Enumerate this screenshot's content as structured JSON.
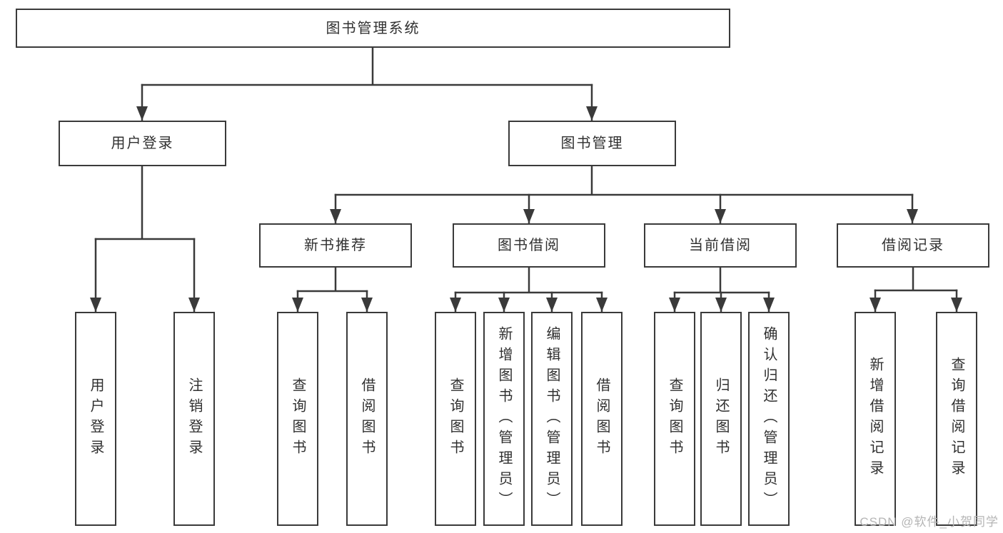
{
  "diagram": {
    "title_node": {
      "label": "图书管理系统"
    },
    "level2": [
      {
        "label": "用户登录"
      },
      {
        "label": "图书管理"
      }
    ],
    "level3": [
      {
        "label": "新书推荐"
      },
      {
        "label": "图书借阅"
      },
      {
        "label": "当前借阅"
      },
      {
        "label": "借阅记录"
      }
    ],
    "leaves": {
      "user_login": [
        {
          "label": "用户登录"
        },
        {
          "label": "注销登录"
        }
      ],
      "new_book": [
        {
          "label": "查询图书"
        },
        {
          "label": "借阅图书"
        }
      ],
      "borrowing": [
        {
          "label": "查询图书"
        },
        {
          "label": "新增图书（管理员）"
        },
        {
          "label": "编辑图书（管理员）"
        },
        {
          "label": "借阅图书"
        }
      ],
      "current": [
        {
          "label": "查询图书"
        },
        {
          "label": "归还图书"
        },
        {
          "label": "确认归还（管理员）"
        }
      ],
      "records": [
        {
          "label": "新增借阅记录"
        },
        {
          "label": "查询借阅记录"
        }
      ]
    }
  },
  "watermark": {
    "text": "CSDN @软件_小贺同学"
  },
  "colors": {
    "line": "#3a3a3a",
    "box_border": "#3a3a3a",
    "text": "#303030",
    "watermark": "#b5b5b5",
    "background": "#ffffff"
  }
}
